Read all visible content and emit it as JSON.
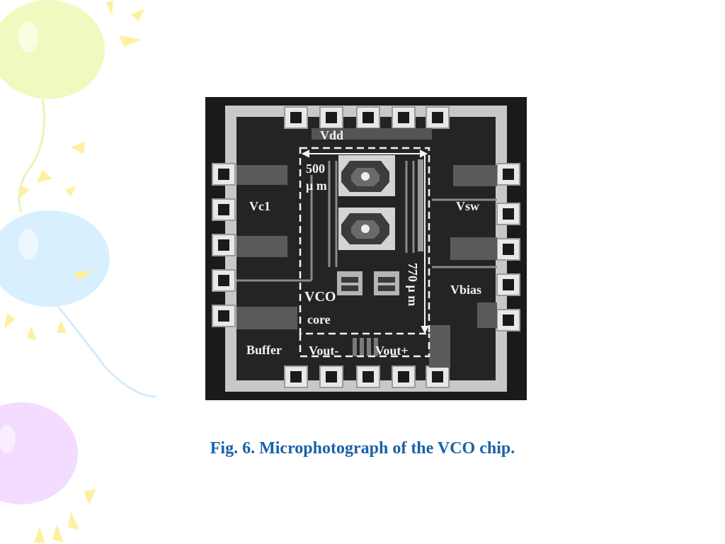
{
  "chip_labels": {
    "vdd": "Vdd",
    "vc1": "Vc1",
    "vsw": "Vsw",
    "vbias": "Vbias",
    "buffer": "Buffer",
    "vout_minus": "Vout-",
    "vout_plus": "Vout+",
    "vco_core_line1": "VCO",
    "vco_core_line2": "core",
    "width_dim_line1": "500",
    "width_dim_line2": "μ m",
    "height_dim": "770 μ m"
  },
  "caption": "Fig. 6. Microphotograph of the VCO chip.",
  "colors": {
    "caption": "#1a62a8",
    "balloon_green": "#eefabf",
    "balloon_blue": "#d8efff",
    "balloon_purple": "#f3dcff",
    "sparkle_yellow": "#fff0a0"
  }
}
